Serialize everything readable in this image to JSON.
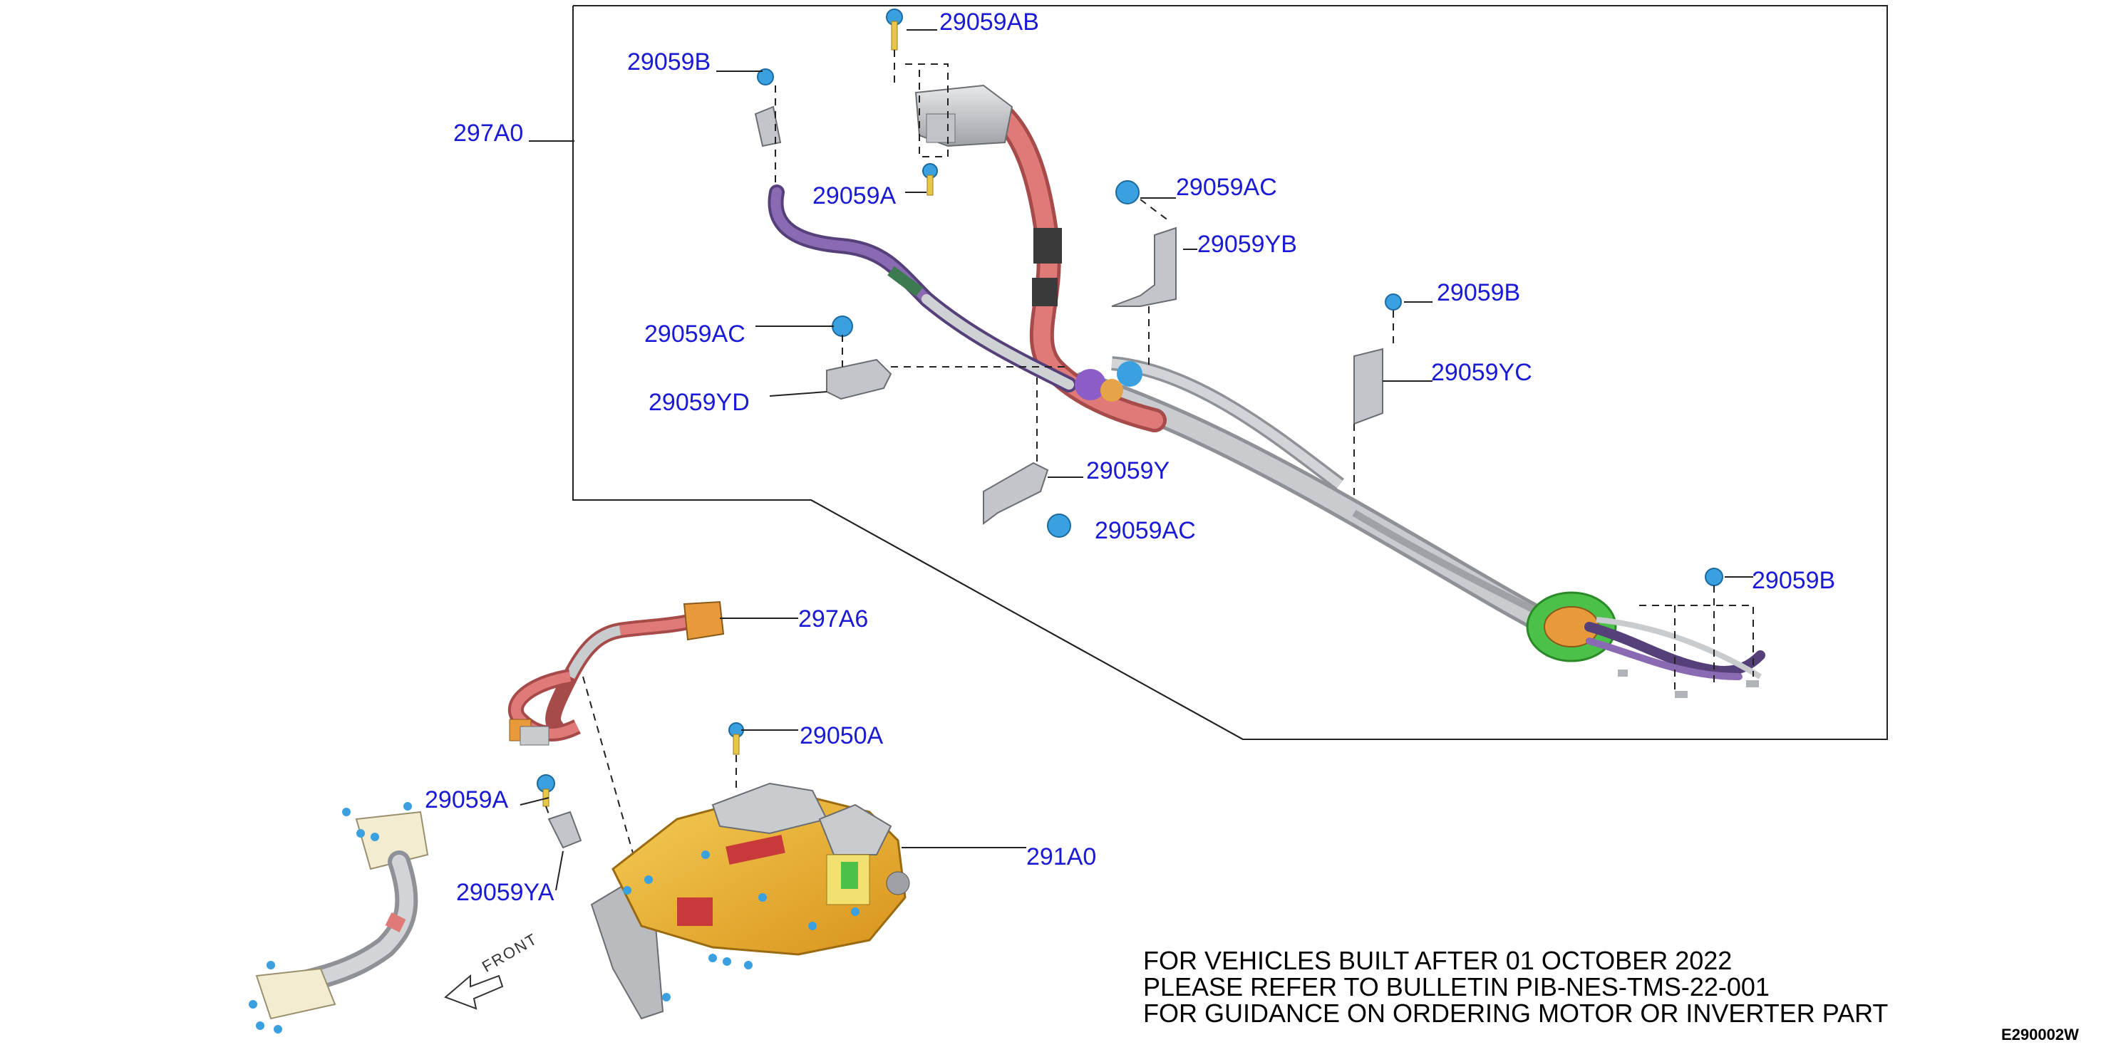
{
  "callouts": [
    {
      "id": "29059AB",
      "text": "29059AB"
    },
    {
      "id": "29059B_top",
      "text": "29059B"
    },
    {
      "id": "297A0",
      "text": "297A0"
    },
    {
      "id": "29059A_top",
      "text": "29059A"
    },
    {
      "id": "29059AC_mid",
      "text": "29059AC"
    },
    {
      "id": "29059YB",
      "text": "29059YB"
    },
    {
      "id": "29059B_mid",
      "text": "29059B"
    },
    {
      "id": "29059AC_left",
      "text": "29059AC"
    },
    {
      "id": "29059YC",
      "text": "29059YC"
    },
    {
      "id": "29059YD",
      "text": "29059YD"
    },
    {
      "id": "29059Y",
      "text": "29059Y"
    },
    {
      "id": "29059AC_low",
      "text": "29059AC"
    },
    {
      "id": "29059B_right",
      "text": "29059B"
    },
    {
      "id": "297A6",
      "text": "297A6"
    },
    {
      "id": "29050A",
      "text": "29050A"
    },
    {
      "id": "29059A_bottom",
      "text": "29059A"
    },
    {
      "id": "291A0",
      "text": "291A0"
    },
    {
      "id": "29059YA",
      "text": "29059YA"
    }
  ],
  "note": {
    "line1": "FOR VEHICLES BUILT AFTER 01 OCTOBER 2022",
    "line2": "PLEASE REFER TO BULLETIN PIB-NES-TMS-22-001",
    "line3": "FOR GUIDANCE ON ORDERING MOTOR OR INVERTER PART"
  },
  "drawing_id": "E290002W",
  "front_label": "FRONT",
  "colors": {
    "callout_text": "#1a1ad6",
    "cable_red": "#e07a78",
    "cable_purple": "#7b5aa0",
    "cable_silver": "#b8bcc0",
    "motor_gold": "#e8b030",
    "grommet_green": "#4cc14a",
    "fastener_blue": "#3aa0e0",
    "bracket_gray": "#9a9ea2"
  }
}
